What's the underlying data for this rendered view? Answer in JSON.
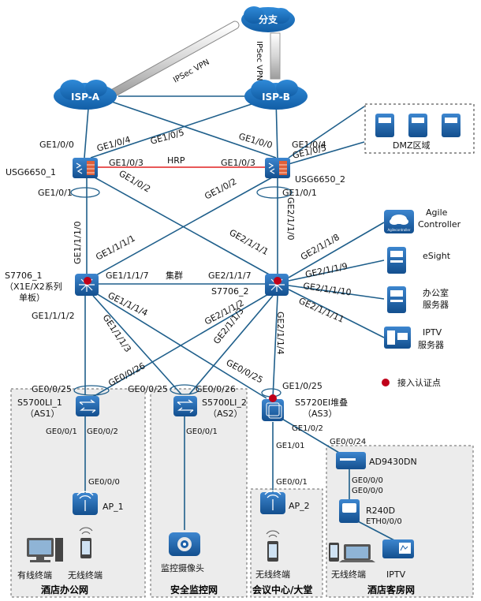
{
  "clouds": {
    "branch": "分支",
    "isp_a": "ISP-A",
    "isp_b": "ISP-B"
  },
  "tunnels": {
    "ipsec_a": "IPSec VPN",
    "ipsec_b": "IPSec VPN"
  },
  "firewalls": {
    "fw1": "USG6650_1",
    "fw2": "USG6650_2",
    "hrp": "HRP"
  },
  "core": {
    "sw1": "S7706_1",
    "sw1_note1": "（X1E/X2系列",
    "sw1_note2": "单板）",
    "sw2": "S7706_2",
    "cluster": "集群"
  },
  "access": {
    "as1_name": "S5700LI_1",
    "as1_tag": "（AS1）",
    "as2_name": "S5700LI_2",
    "as2_tag": "（AS2）",
    "as3_name": "S5720EI堆叠",
    "as3_tag": "（AS3）"
  },
  "servers": {
    "agile_1": "Agile",
    "agile_2": "Controller",
    "agile_logo": "Agilecontroller",
    "esight": "eSight",
    "office_1": "办公室",
    "office_2": "服务器",
    "iptv_1": "IPTV",
    "iptv_2": "服务器"
  },
  "dmz": "DMZ区域",
  "legend": "接入认证点",
  "ports": {
    "isp_a_fw1": "GE1/0/0",
    "isp_a_fw2": "GE1/0/4",
    "fw1_ispb": "GE1/0/5",
    "fw2_ispb": "GE1/0/0",
    "fw2_ispa": "GE1/0/4",
    "fw2_dmz": "GE1/0/5",
    "fw1_hrp": "GE1/0/3",
    "fw2_hrp": "GE1/0/3",
    "fw1_down": "GE1/0/1",
    "fw1_cross": "GE1/0/2",
    "fw2_cross": "GE1/0/2",
    "fw2_down": "GE1/0/1",
    "sw1_up": "GE1/1/1/0",
    "sw1_cross": "GE1/1/1/1",
    "sw2_cross": "GE2/1/1/1",
    "sw2_up": "GE2/1/1/0",
    "sw2_agile": "GE2/1/1/8",
    "sw2_esight": "GE2/1/1/9",
    "sw2_office": "GE2/1/1/10",
    "sw2_iptv": "GE2/1/1/11",
    "sw1_cluster": "GE1/1/1/7",
    "sw2_cluster": "GE2/1/1/7",
    "sw1_as2": "GE1/1/1/4",
    "sw1_as3": "GE1/1/1/3",
    "sw1_as1": "GE1/1/1/2",
    "sw2_as1": "GE2/1/1/2",
    "sw2_as2": "GE2/1/1/3",
    "sw2_as3": "GE2/1/1/4",
    "as1_up1": "GE0/0/25",
    "as1_up2": "GE0/0/26",
    "as2_up1": "GE0/0/25",
    "as2_up2": "GE0/0/26",
    "as3_up1": "GE0/0/25",
    "as3_up2": "GE1/0/25",
    "as1_p1": "GE0/0/1",
    "as1_p2": "GE0/0/2",
    "as2_p1": "GE0/0/1",
    "as3_p1": "GE1/0/2",
    "as3_p2": "GE1/01",
    "ap1_port": "GE0/0/0",
    "ap2_port": "GE0/0/1",
    "ad_port": "GE0/0/24",
    "ad_down1": "GE0/0/0",
    "ad_down2": "GE0/0/0",
    "r240_eth": "ETH0/0/0"
  },
  "endpoints": {
    "ap1": "AP_1",
    "ap2": "AP_2",
    "ad": "AD9430DN",
    "r240": "R240D",
    "wired": "有线终端",
    "wireless1": "无线终端",
    "camera": "监控摄像头",
    "wireless2": "无线终端",
    "wireless3": "无线终端",
    "iptv": "IPTV"
  },
  "zones": {
    "office": "酒店办公网",
    "security": "安全监控网",
    "meeting": "会议中心/大堂",
    "guest": "酒店客房网"
  },
  "colors": {
    "link": "#1f5f8b",
    "hrp": "#e02020",
    "cloud": "#1b6fb5",
    "device": "#1a5fa8",
    "auth_point": "#c0001a"
  }
}
